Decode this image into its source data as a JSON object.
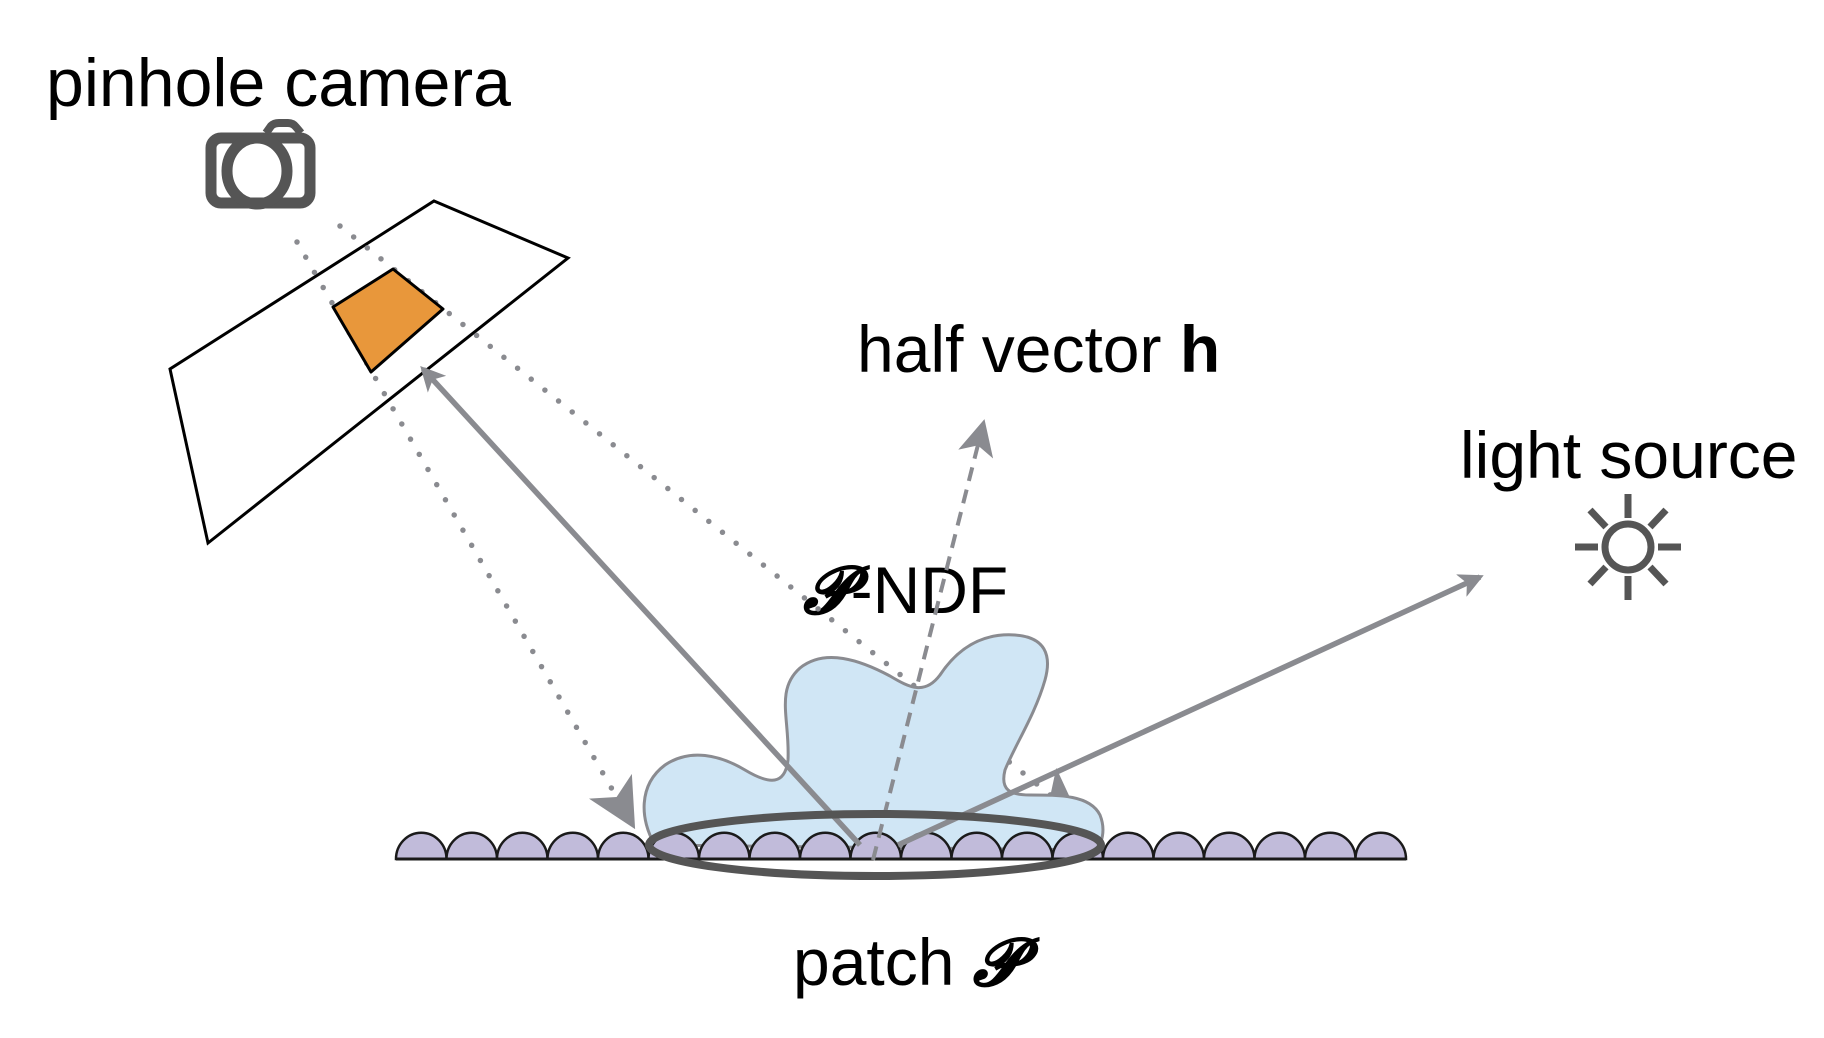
{
  "labels": {
    "camera": "pinhole camera",
    "half_vector_prefix": "half vector ",
    "half_vector_symbol": "h",
    "light": "light source",
    "ndf_symbol": "𝓟",
    "ndf_suffix": "-NDF",
    "patch_prefix": "patch ",
    "patch_symbol": "𝓟"
  },
  "icons": {
    "camera": "camera-icon",
    "light": "sun-icon"
  },
  "colors": {
    "icon": "#555555",
    "arrow": "#8A8B90",
    "dots": "#8A8B90",
    "pixel": "#E8973B",
    "ndf_fill": "#D0E6F5",
    "ndf_stroke": "#8A8B90",
    "microfacet_fill": "#C1BBDA",
    "patch_ring": "#555555",
    "outline": "#000000"
  }
}
